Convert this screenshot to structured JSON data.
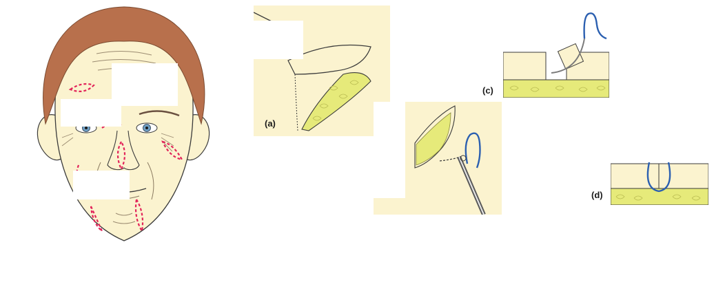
{
  "panels": [
    {
      "id": "a",
      "label": "(a)"
    },
    {
      "id": "b",
      "label": ""
    },
    {
      "id": "c",
      "label": "(c)"
    },
    {
      "id": "d",
      "label": "(d)"
    }
  ],
  "colors": {
    "skin": "#fbf3cf",
    "hair": "#b8704c",
    "outline": "#3a3a3a",
    "incision": "#e2245a",
    "fat": "#e6ea7a",
    "suture": "#2b5fb0",
    "iris": "#6f9fc4"
  }
}
